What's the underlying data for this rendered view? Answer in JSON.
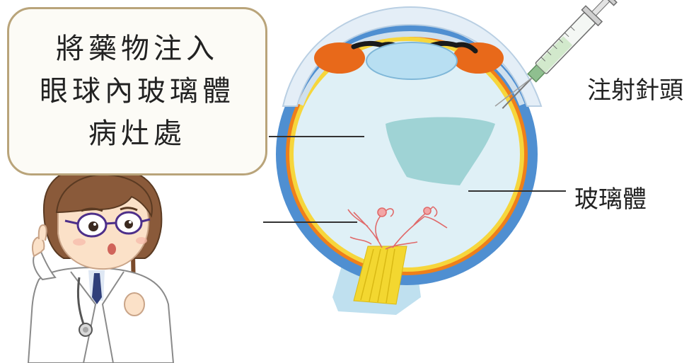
{
  "callout": {
    "lines": [
      "將藥物注入",
      "眼球內玻璃體",
      "病灶處"
    ]
  },
  "labels": {
    "needle": "注射針頭",
    "vitreous": "玻璃體"
  },
  "colors": {
    "callout_border": "#b9a47a",
    "callout_fill": "#fcfbf6",
    "sclera": "#4f8fd1",
    "choroid_orange": "#ef7f1a",
    "retina_yellow": "#f6d63c",
    "vitreous_fill": "#dff0f6",
    "lesion": "#9fd3d5",
    "optic_nerve": "#f3d730",
    "vessels": "#e06a6a"
  },
  "icons": [
    "doctor-illustration",
    "syringe-icon",
    "eye-cross-section"
  ]
}
